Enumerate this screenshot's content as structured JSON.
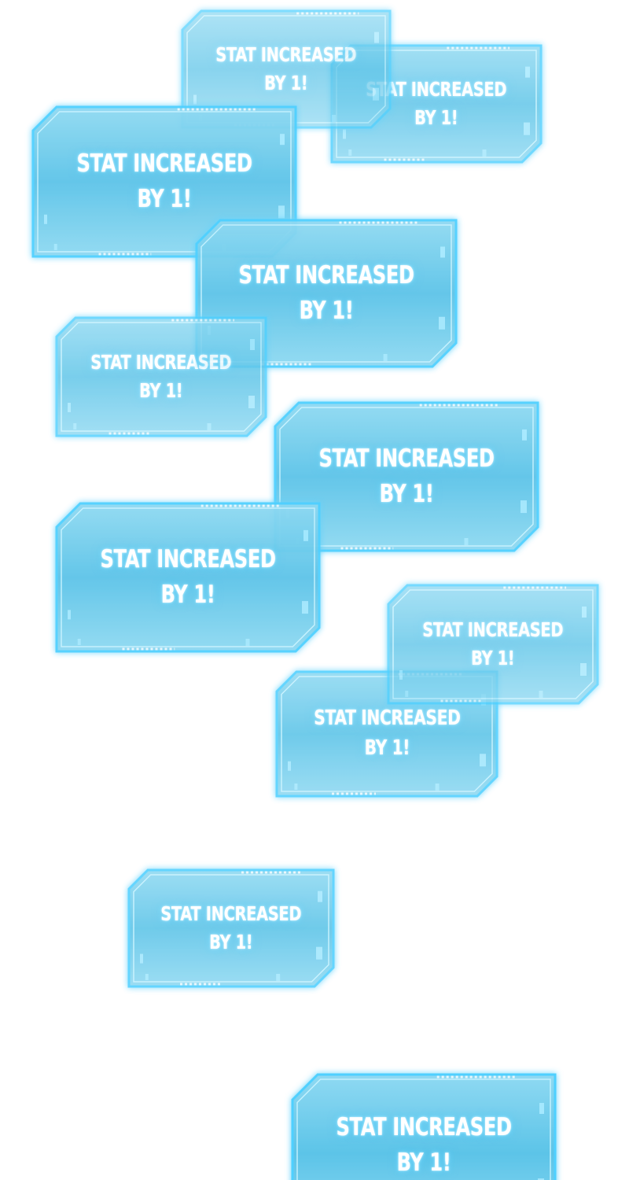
{
  "colors": {
    "background": "#ffffff",
    "panel_fill": "#5cc4e8",
    "panel_fill_light": "#8fd9f2",
    "panel_border": "#c9f4ff",
    "panel_glow": "#4fd0ff",
    "text": "#ffffff"
  },
  "notifications": [
    {
      "line1": "STAT INCREASED",
      "line2": "BY 1!"
    },
    {
      "line1": "STAT INCREASED",
      "line2": "BY 1!"
    },
    {
      "line1": "STAT INCREASED",
      "line2": "BY 1!"
    },
    {
      "line1": "STAT INCREASED",
      "line2": "BY 1!"
    },
    {
      "line1": "STAT INCREASED",
      "line2": "BY 1!"
    },
    {
      "line1": "STAT INCREASED",
      "line2": "BY 1!"
    },
    {
      "line1": "STAT INCREASED",
      "line2": "BY 1!"
    },
    {
      "line1": "STAT INCREASED",
      "line2": "BY 1!"
    },
    {
      "line1": "STAT INCREASED",
      "line2": "BY 1!"
    },
    {
      "line1": "STAT INCREASED",
      "line2": "BY 1!"
    },
    {
      "line1": "STAT INCREASED",
      "line2": "BY 1!"
    }
  ]
}
